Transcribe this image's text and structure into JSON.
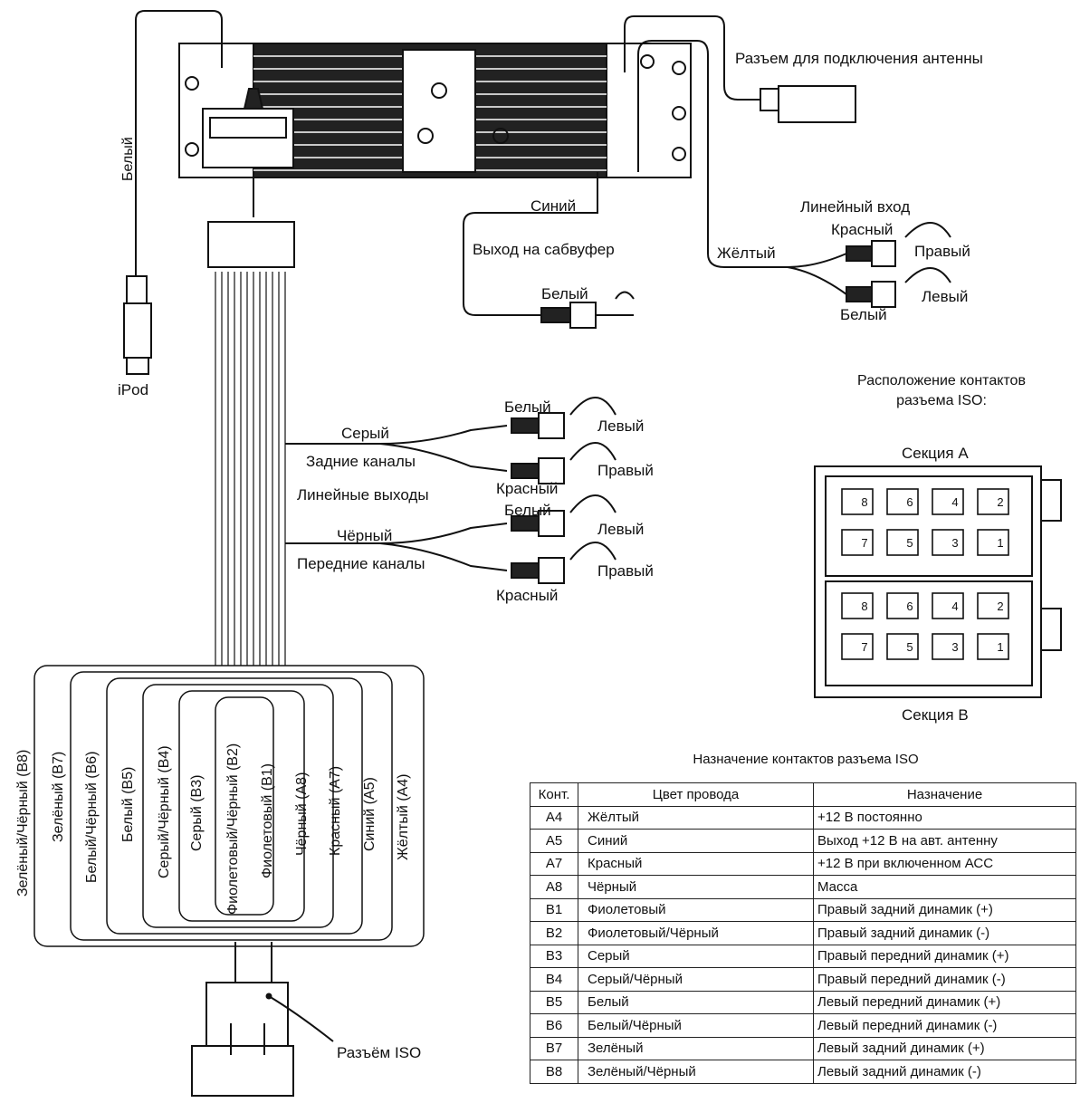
{
  "labels": {
    "white_ipod_wire": "Белый",
    "ipod": "iPod",
    "antenna": "Разъем для подключения антенны",
    "blue": "Синий",
    "sub_out": "Выход на сабвуфер",
    "sub_white": "Белый",
    "line_in": "Линейный вход",
    "line_in_red": "Красный",
    "line_in_right": "Правый",
    "line_in_yellow": "Жёлтый",
    "line_in_left": "Левый",
    "line_in_white": "Белый",
    "gray": "Серый",
    "rear_channels": "Задние каналы",
    "line_outputs": "Линейные выходы",
    "black": "Чёрный",
    "front_channels": "Передние каналы",
    "rear_white": "Белый",
    "rear_left": "Левый",
    "rear_right": "Правый",
    "rear_red": "Красный",
    "front_white": "Белый",
    "front_left": "Левый",
    "front_right": "Правый",
    "front_red": "Красный",
    "iso_layout": "Расположение контактов разъема ISO:",
    "section_a": "Секция А",
    "section_b": "Секция В",
    "iso_connector": "Разъём ISO"
  },
  "wires": [
    "Зелёный/Чёрный (В8)",
    "Зелёный (В7)",
    "Белый/Чёрный (В6)",
    "Белый (В5)",
    "Серый/Чёрный (В4)",
    "Серый (В3)",
    "Фиолетовый/Чёрный (В2)",
    "Фиолетовый (В1)",
    "Чёрный (А8)",
    "Красный (А7)",
    "Синий (А5)",
    "Жёлтый (А4)"
  ],
  "pins": {
    "row1": [
      "8",
      "6",
      "4",
      "2"
    ],
    "row2": [
      "7",
      "5",
      "3",
      "1"
    ]
  },
  "table": {
    "title": "Назначение контактов разъема ISO",
    "headers": [
      "Конт.",
      "Цвет провода",
      "Назначение"
    ],
    "rows": [
      [
        "А4",
        "Жёлтый",
        "+12 В постоянно"
      ],
      [
        "А5",
        "Синий",
        "Выход +12 В на авт. антенну"
      ],
      [
        "А7",
        "Красный",
        "+12 В при включенном АСС"
      ],
      [
        "А8",
        "Чёрный",
        "Масса"
      ],
      [
        "В1",
        "Фиолетовый",
        "Правый задний динамик (+)"
      ],
      [
        "В2",
        "Фиолетовый/Чёрный",
        "Правый задний динамик (-)"
      ],
      [
        "В3",
        "Серый",
        "Правый передний динамик (+)"
      ],
      [
        "В4",
        "Серый/Чёрный",
        "Правый передний динамик (-)"
      ],
      [
        "В5",
        "Белый",
        "Левый передний динамик (+)"
      ],
      [
        "В6",
        "Белый/Чёрный",
        "Левый передний динамик (-)"
      ],
      [
        "В7",
        "Зелёный",
        "Левый задний динамик (+)"
      ],
      [
        "В8",
        "Зелёный/Чёрный",
        "Левый задний динамик (-)"
      ]
    ]
  }
}
